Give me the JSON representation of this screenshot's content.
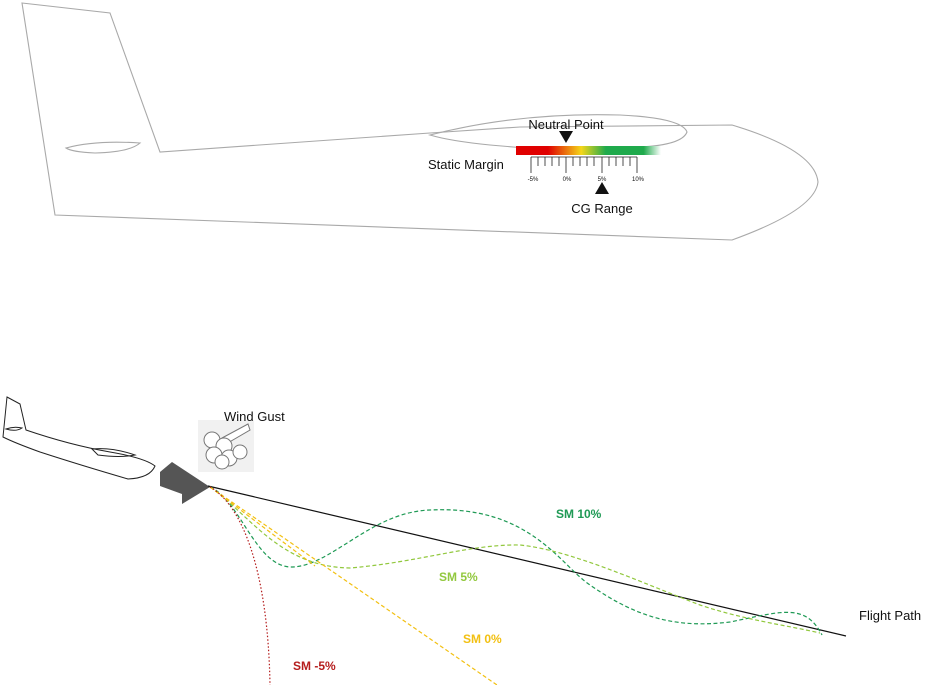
{
  "labels": {
    "neutral_point": "Neutral Point",
    "static_margin": "Static Margin",
    "cg_range": "CG Range",
    "wind_gust": "Wind Gust",
    "flight_path": "Flight Path"
  },
  "scale_ticks": [
    "-5%",
    "0%",
    "5%",
    "10%"
  ],
  "trajectories": [
    {
      "label": "SM 10%",
      "color": "#1f9a55"
    },
    {
      "label": "SM 5%",
      "color": "#92c83e"
    },
    {
      "label": "SM 0%",
      "color": "#f2c012"
    },
    {
      "label": "SM -5%",
      "color": "#b51d1d"
    }
  ],
  "colors": {
    "margin_gradient": [
      "#e00000",
      "#f4d61a",
      "#1faa4c",
      "#ffffff"
    ],
    "gust_arrow": "#555555",
    "outline": "#a9a9a9"
  }
}
